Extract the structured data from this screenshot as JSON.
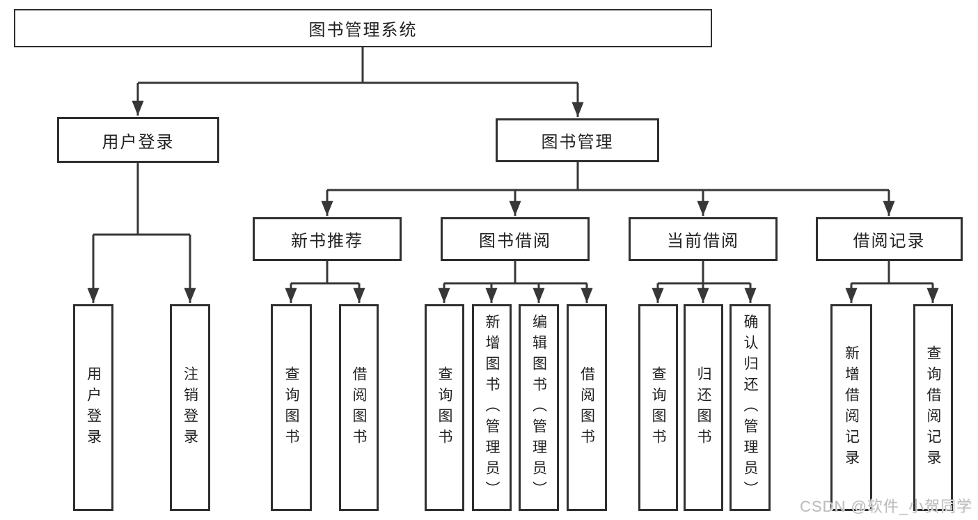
{
  "diagram_title": "图书管理系统",
  "tree": {
    "root": {
      "label": "图书管理系统"
    },
    "level2": [
      {
        "label": "用户登录",
        "children": [
          {
            "label": "用户登录"
          },
          {
            "label": "注销登录"
          }
        ]
      },
      {
        "label": "图书管理",
        "children": [
          {
            "label": "新书推荐",
            "children": [
              {
                "label": "查询图书"
              },
              {
                "label": "借阅图书"
              }
            ]
          },
          {
            "label": "图书借阅",
            "children": [
              {
                "label": "查询图书"
              },
              {
                "label": "新增图书（管理员）"
              },
              {
                "label": "编辑图书（管理员）"
              },
              {
                "label": "借阅图书"
              }
            ]
          },
          {
            "label": "当前借阅",
            "children": [
              {
                "label": "查询图书"
              },
              {
                "label": "归还图书"
              },
              {
                "label": "确认归还（管理员）"
              }
            ]
          },
          {
            "label": "借阅记录",
            "children": [
              {
                "label": "新增借阅记录"
              },
              {
                "label": "查询借阅记录"
              }
            ]
          }
        ]
      }
    ]
  },
  "watermark": {
    "text": "CSDN @软件_小贺同学"
  },
  "colors": {
    "line": "#373737",
    "box_border": "#2f2f2f",
    "text": "#222222",
    "watermark": "#bdbdbd",
    "background": "#ffffff"
  }
}
